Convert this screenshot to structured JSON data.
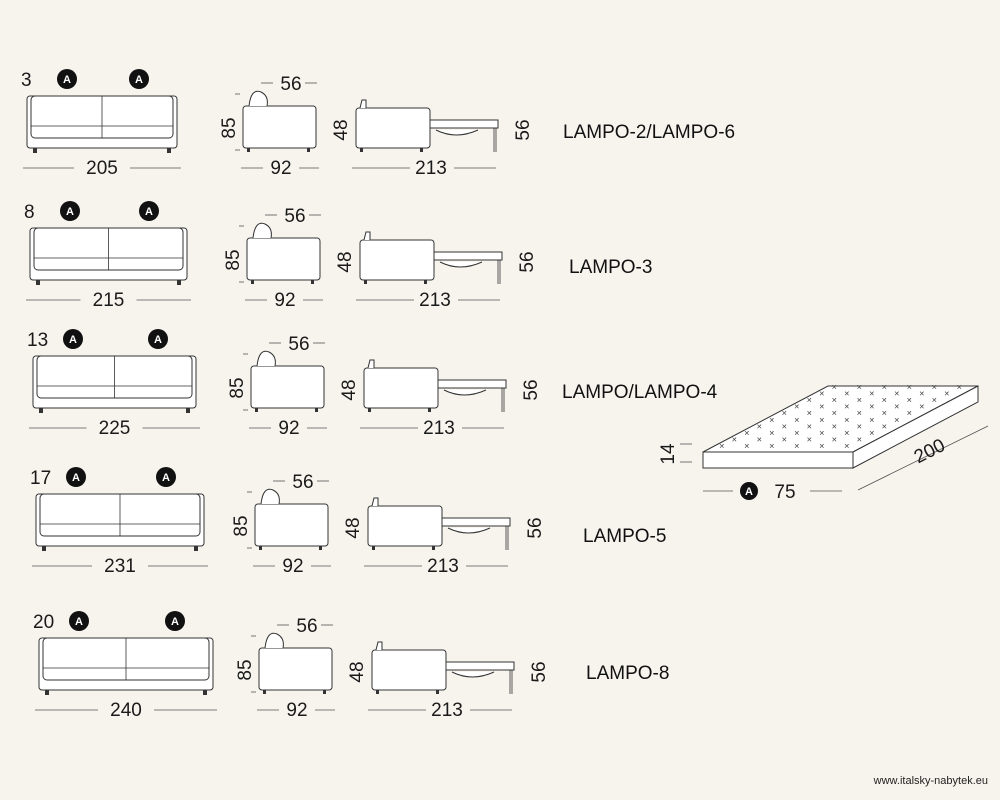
{
  "rows": [
    {
      "model": "LAMPO-2/LAMPO-6",
      "arm_width": "3",
      "badge_left": "A",
      "badge_right": "A",
      "front_width": "205",
      "side_height": "85",
      "side_seat_depth": "56",
      "side_depth": "92",
      "bed_seat_height": "48",
      "bed_length": "213",
      "bed_height": "56"
    },
    {
      "model": "LAMPO-3",
      "arm_width": "8",
      "badge_left": "A",
      "badge_right": "A",
      "front_width": "215",
      "side_height": "85",
      "side_seat_depth": "56",
      "side_depth": "92",
      "bed_seat_height": "48",
      "bed_length": "213",
      "bed_height": "56"
    },
    {
      "model": "LAMPO/LAMPO-4",
      "arm_width": "13",
      "badge_left": "A",
      "badge_right": "A",
      "front_width": "225",
      "side_height": "85",
      "side_seat_depth": "56",
      "side_depth": "92",
      "bed_seat_height": "48",
      "bed_length": "213",
      "bed_height": "56"
    },
    {
      "model": "LAMPO-5",
      "arm_width": "17",
      "badge_left": "A",
      "badge_right": "A",
      "front_width": "231",
      "side_height": "85",
      "side_seat_depth": "56",
      "side_depth": "92",
      "bed_seat_height": "48",
      "bed_length": "213",
      "bed_height": "56"
    },
    {
      "model": "LAMPO-8",
      "arm_width": "20",
      "badge_left": "A",
      "badge_right": "A",
      "front_width": "240",
      "side_height": "85",
      "side_seat_depth": "56",
      "side_depth": "92",
      "bed_seat_height": "48",
      "bed_length": "213",
      "bed_height": "56"
    }
  ],
  "mattress": {
    "thickness": "14",
    "length": "200",
    "badge": "A",
    "width": "75"
  },
  "watermark": "www.italsky-nabytek.eu"
}
